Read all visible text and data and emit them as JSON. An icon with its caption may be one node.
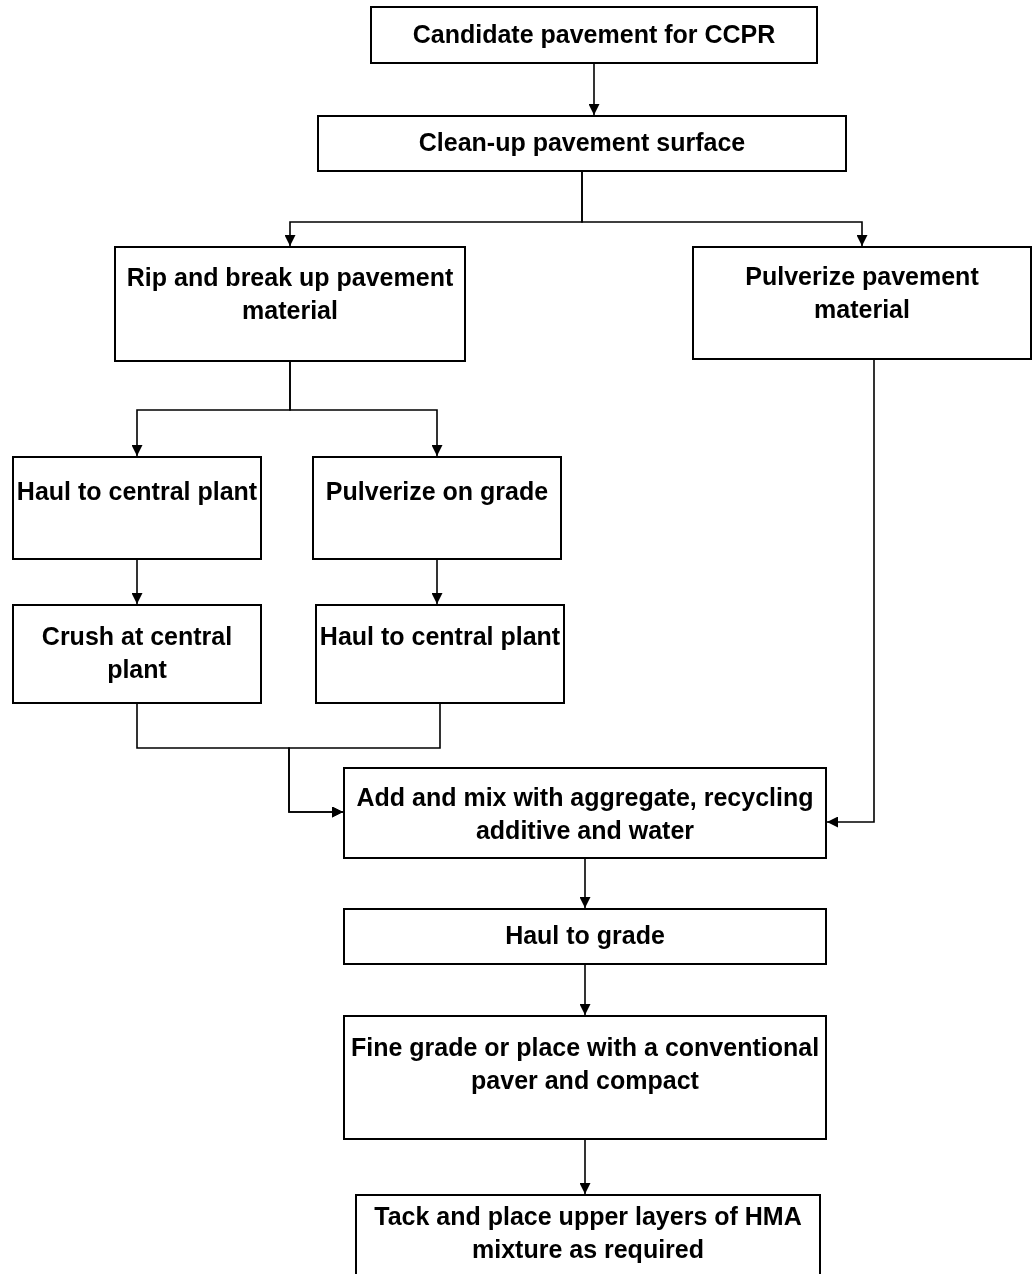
{
  "diagram": {
    "nodes": [
      {
        "text": [
          "Candidate pavement for CCPR"
        ]
      },
      {
        "text": [
          "Clean-up pavement surface"
        ]
      },
      {
        "text": [
          "Rip and break up pavement material"
        ]
      },
      {
        "text": [
          "Pulverize pavement material"
        ]
      },
      {
        "text": [
          "Haul to central plant"
        ]
      },
      {
        "text": [
          "Pulverize on grade"
        ]
      },
      {
        "text": [
          "Crush at central plant"
        ]
      },
      {
        "text": [
          "Haul to central plant"
        ]
      },
      {
        "text": [
          "Add and mix with aggregate, recycling additive and water"
        ]
      },
      {
        "text": [
          "Haul to grade"
        ]
      },
      {
        "text": [
          "Fine grade or place with a conventional paver and compact"
        ]
      },
      {
        "text": [
          "Tack and place upper layers of HMA mixture as required"
        ]
      }
    ],
    "edges": [
      {
        "from": 0,
        "to": 1,
        "arrow": "to"
      },
      {
        "from": 1,
        "to": 2,
        "arrow": "to"
      },
      {
        "from": 1,
        "to": 3,
        "arrow": "to"
      },
      {
        "from": 2,
        "to": 4,
        "arrow": "to"
      },
      {
        "from": 2,
        "to": 5,
        "arrow": "to"
      },
      {
        "from": 4,
        "to": 6,
        "arrow": "to"
      },
      {
        "from": 5,
        "to": 7,
        "arrow": "to"
      },
      {
        "from": 6,
        "to": 8,
        "arrow": "to"
      },
      {
        "from": 7,
        "to": 8,
        "arrow": "to"
      },
      {
        "from": 3,
        "to": 8,
        "arrow": "to"
      },
      {
        "from": 8,
        "to": 9,
        "arrow": "to"
      },
      {
        "from": 9,
        "to": 10,
        "arrow": "to"
      },
      {
        "from": 10,
        "to": 11,
        "arrow": "to"
      }
    ]
  }
}
